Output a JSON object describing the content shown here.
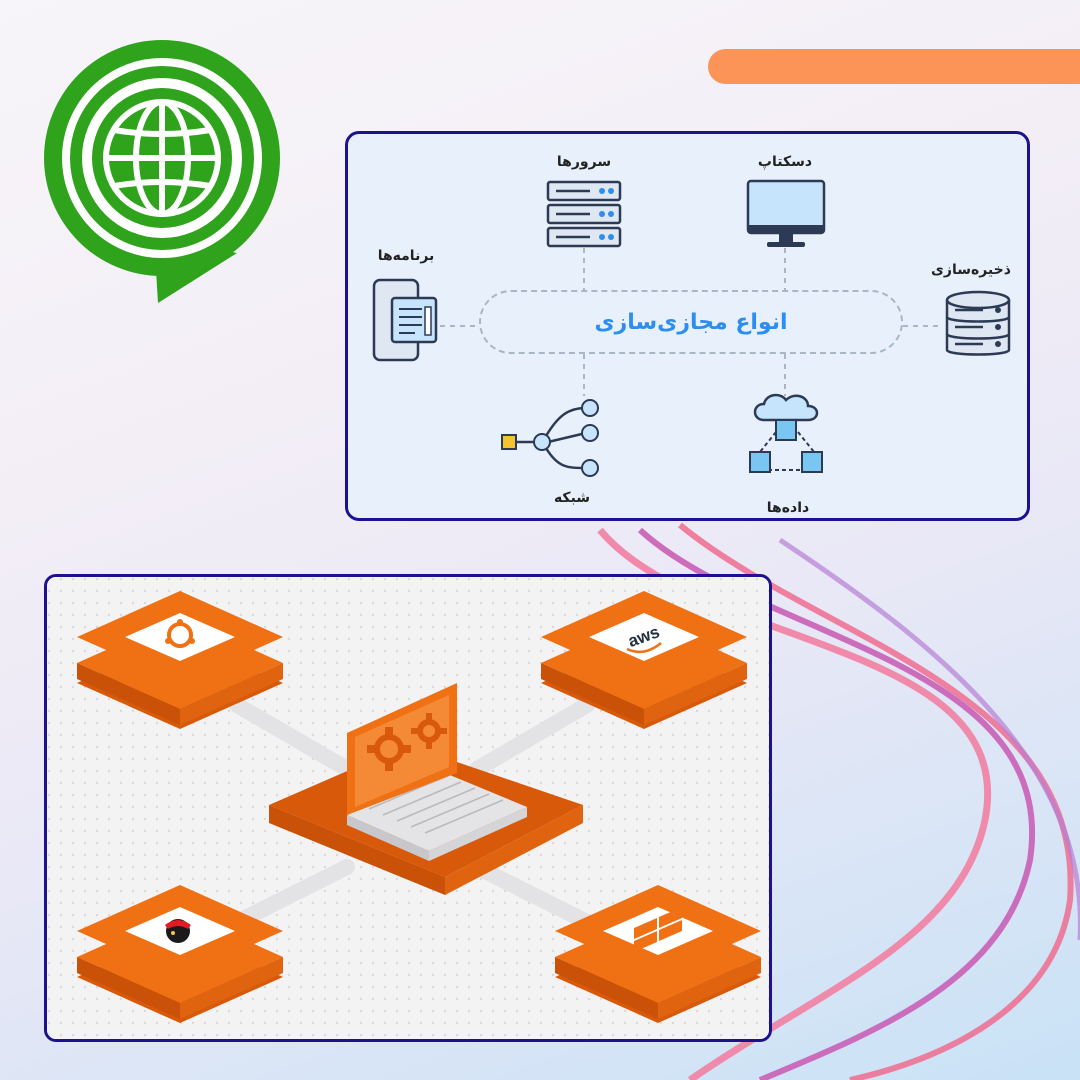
{
  "diagram": {
    "center_title": "انواع مجازی‌سازی",
    "nodes": {
      "desktop": "دسکتاپ",
      "servers": "سرورها",
      "applications": "برنامه‌ها",
      "storage": "ذخیره‌سازی",
      "network": "شبکه",
      "data": "داده‌ها"
    }
  },
  "illustration": {
    "platform_icons": [
      "ubuntu-icon",
      "aws-icon",
      "redhat-icon",
      "windows-icon",
      "laptop-gears-icon"
    ],
    "aws_logo_text": "aws"
  },
  "colors": {
    "card_border": "#1c1290",
    "accent_blue": "#2d8ef0",
    "logo_green": "#2ea31b",
    "orange": "#f07114",
    "top_bar": "#fb9456"
  }
}
